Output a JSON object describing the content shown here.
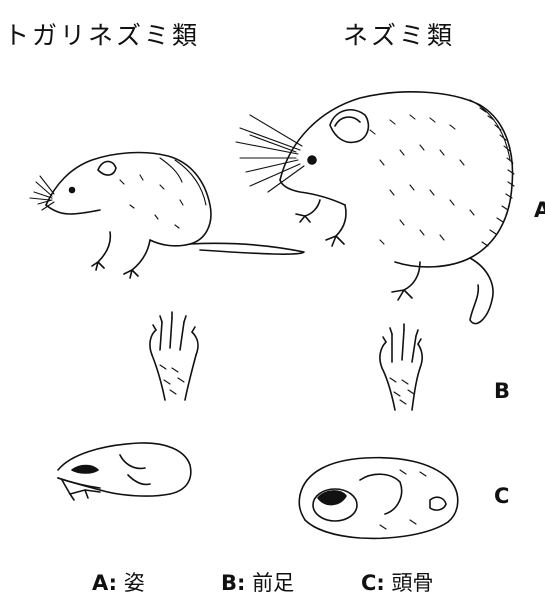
{
  "headers": {
    "left": "トガリネズミ類",
    "right": "ネズミ類"
  },
  "row_labels": {
    "a": "A",
    "b": "B",
    "c": "C"
  },
  "legend": [
    {
      "key": "A:",
      "text": "姿"
    },
    {
      "key": "B:",
      "text": "前足"
    },
    {
      "key": "C:",
      "text": "頭骨"
    }
  ]
}
